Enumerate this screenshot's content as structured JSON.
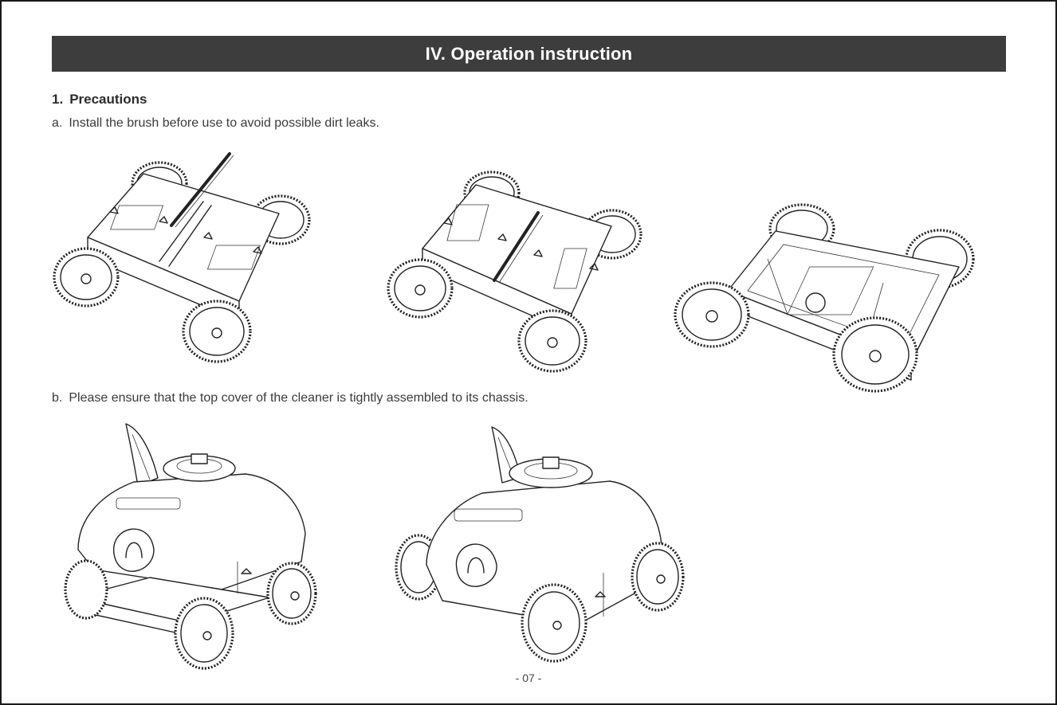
{
  "section": {
    "title": "IV. Operation instruction"
  },
  "precautions": {
    "number": "1.",
    "title": "Precautions",
    "steps": [
      {
        "letter": "a.",
        "text": "Install the brush before use to avoid possible dirt leaks."
      },
      {
        "letter": "b.",
        "text": "Please ensure that the top cover of the cleaner is tightly assembled to its chassis."
      }
    ]
  },
  "footer": {
    "page_number": "- 07 -"
  }
}
